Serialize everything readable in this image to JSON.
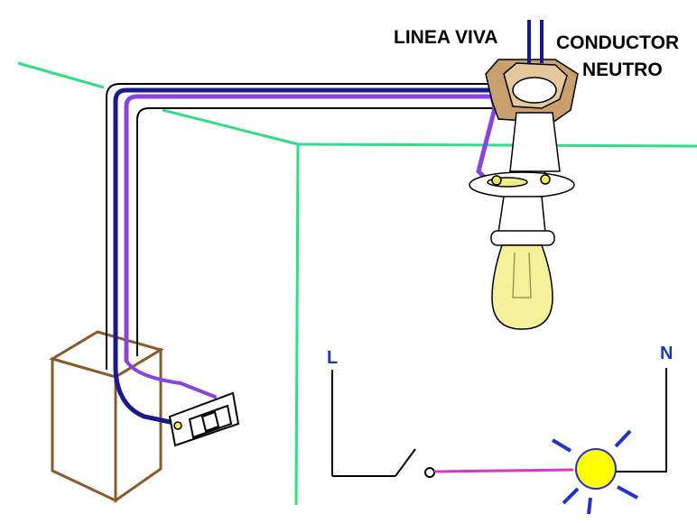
{
  "labels": {
    "line_live": "LINEA VIVA",
    "neutral_1": "CONDUCTOR",
    "neutral_2": "NEUTRO",
    "schematic_l": "L",
    "schematic_n": "N"
  },
  "colors": {
    "background": "#ffffff",
    "wall_edge": "#33dd88",
    "conduit": "#000000",
    "wire_live": "#1a1a8c",
    "wire_switched": "#8844dd",
    "box": "#8b5a2b",
    "bulb": "#f5f09a",
    "circuit_live": "#dd33cc",
    "sun_rays": "#2233cc",
    "sun_fill": "#ffff00",
    "label_blue": "#1a3bb0"
  }
}
